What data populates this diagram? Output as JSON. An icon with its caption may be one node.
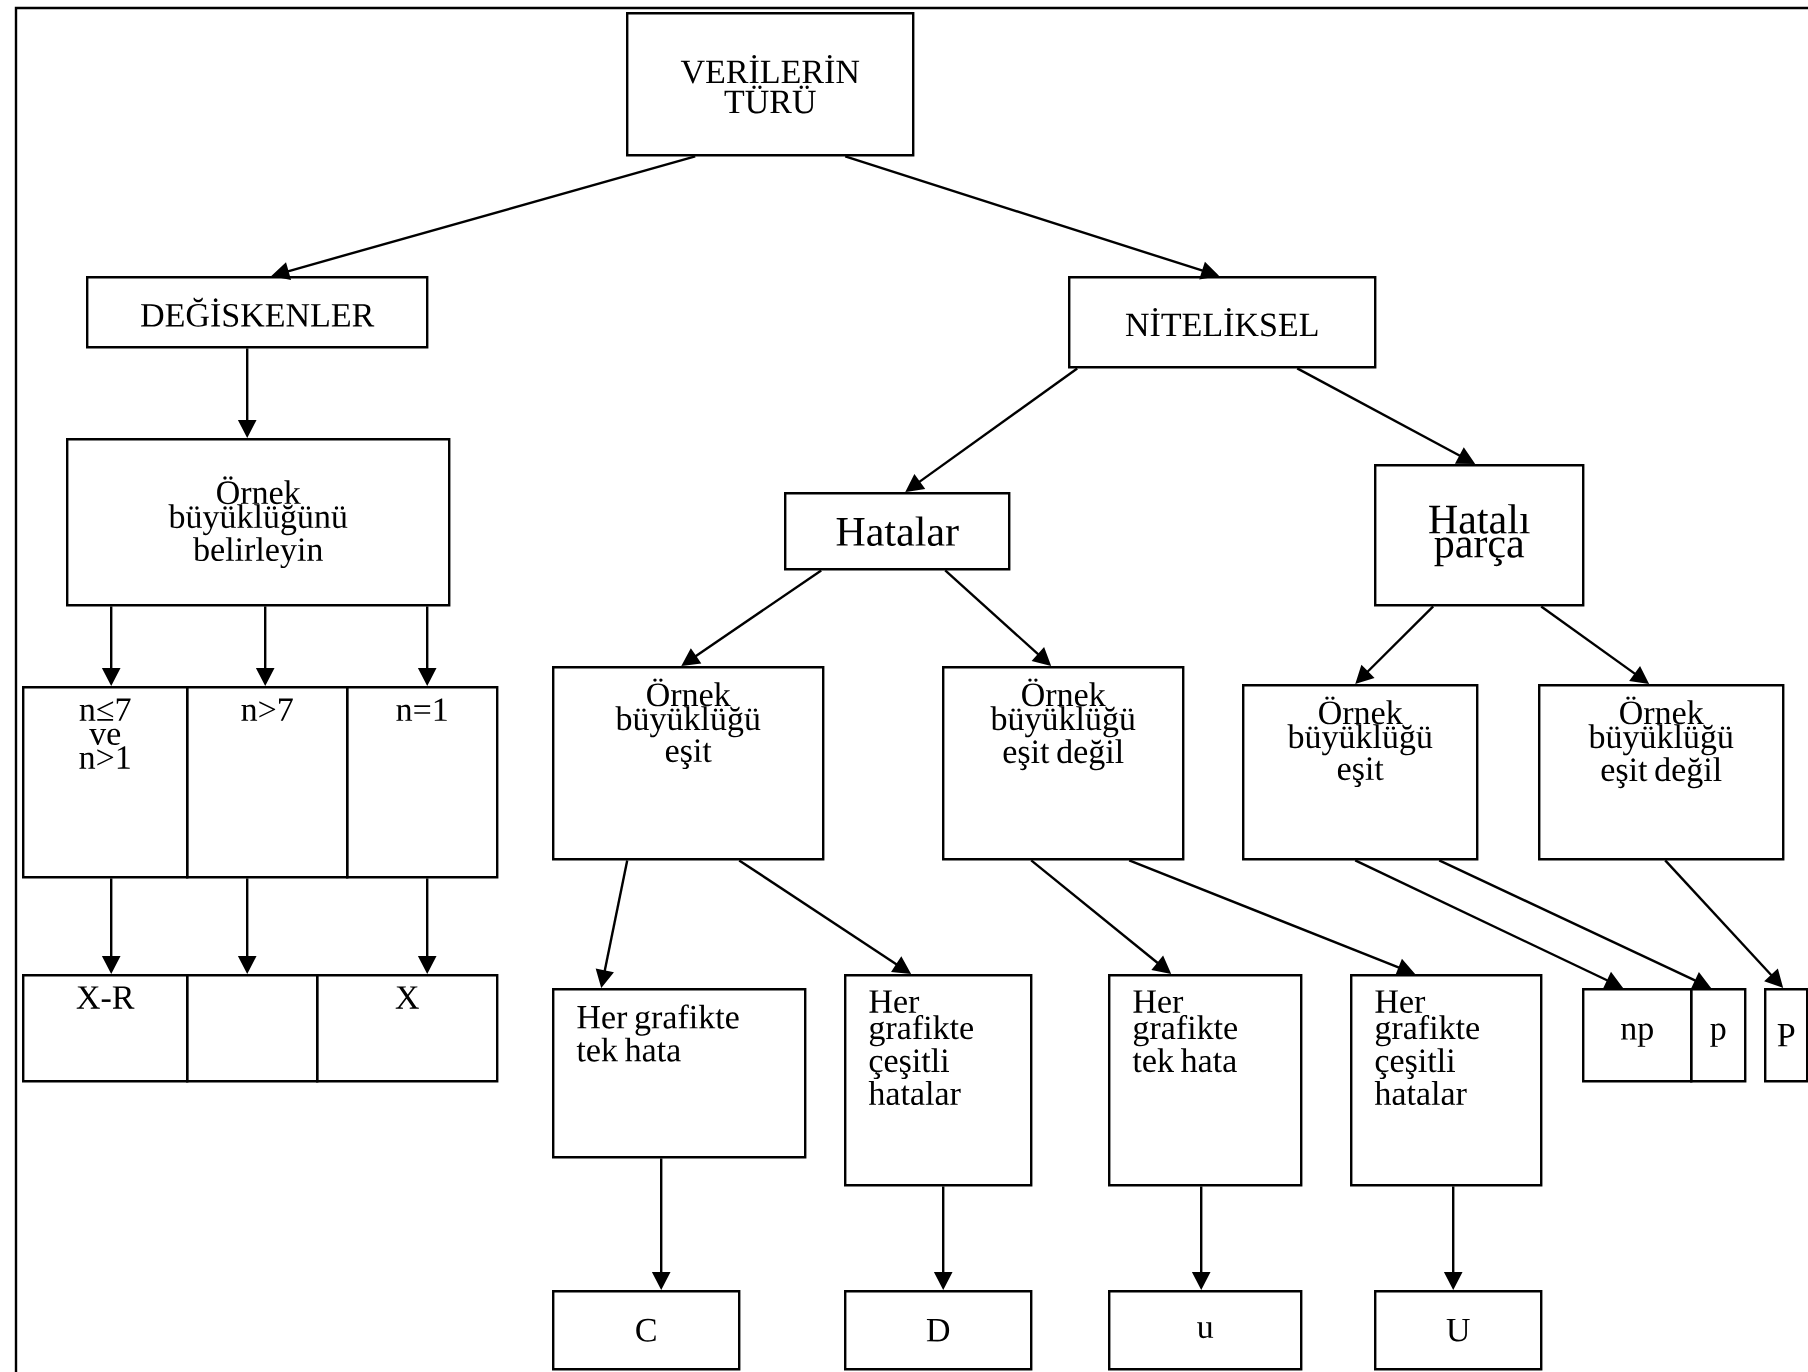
{
  "diagram": {
    "nodes": [
      {
        "text": [
          "VERİLERİN TÜRÜ"
        ]
      },
      {
        "text": [
          "DEĞİSKENLER"
        ]
      },
      {
        "text": [
          "NİTELİKSEL"
        ]
      },
      {
        "text": [
          "Örnek büyüklüğünü belirleyin"
        ]
      },
      {
        "text": [
          "n≤7 ve n>1"
        ]
      },
      {
        "text": [
          "n>7"
        ]
      },
      {
        "text": [
          "n=1"
        ]
      },
      {
        "text": [
          "X-R"
        ]
      },
      {
        "text": [],
        "shape": "box"
      },
      {
        "text": [
          "X"
        ]
      },
      {
        "text": [
          "Hatalar"
        ]
      },
      {
        "text": [
          "Hatalı parça"
        ]
      },
      {
        "text": [
          "Örnek büyüklüğü eşit"
        ]
      },
      {
        "text": [
          "Örnek büyüklüğü eşit değil"
        ]
      },
      {
        "text": [
          "Örnek büyüklüğü eşit"
        ]
      },
      {
        "text": [
          "Örnek büyüklüğü eşit değil"
        ]
      },
      {
        "text": [
          "Her grafikte tek hata"
        ]
      },
      {
        "text": [
          "Her grafikte çeşitli hatalar"
        ]
      },
      {
        "text": [
          "Her grafikte tek hata"
        ]
      },
      {
        "text": [
          "Her grafikte çeşitli hatalar"
        ]
      },
      {
        "text": [
          "np"
        ]
      },
      {
        "text": [
          "p"
        ]
      },
      {
        "text": [
          "P"
        ]
      },
      {
        "text": [
          "C"
        ]
      },
      {
        "text": [
          "D"
        ]
      },
      {
        "text": [
          "u"
        ]
      },
      {
        "text": [
          "U"
        ]
      }
    ],
    "edges": [
      {
        "from": 0,
        "to": 1,
        "arrow": "to"
      },
      {
        "from": 0,
        "to": 2,
        "arrow": "to"
      },
      {
        "from": 1,
        "to": 3,
        "arrow": "to"
      },
      {
        "from": 3,
        "to": 4,
        "arrow": "to"
      },
      {
        "from": 3,
        "to": 5,
        "arrow": "to"
      },
      {
        "from": 3,
        "to": 6,
        "arrow": "to"
      },
      {
        "from": 4,
        "to": 7,
        "arrow": "to"
      },
      {
        "from": 5,
        "to": 8,
        "arrow": "to"
      },
      {
        "from": 6,
        "to": 9,
        "arrow": "to"
      },
      {
        "from": 2,
        "to": 10,
        "arrow": "to"
      },
      {
        "from": 2,
        "to": 11,
        "arrow": "to"
      },
      {
        "from": 10,
        "to": 12,
        "arrow": "to"
      },
      {
        "from": 10,
        "to": 13,
        "arrow": "to"
      },
      {
        "from": 11,
        "to": 14,
        "arrow": "to"
      },
      {
        "from": 11,
        "to": 15,
        "arrow": "to"
      },
      {
        "from": 12,
        "to": 16,
        "arrow": "to"
      },
      {
        "from": 12,
        "to": 17,
        "arrow": "to"
      },
      {
        "from": 13,
        "to": 18,
        "arrow": "to"
      },
      {
        "from": 13,
        "to": 19,
        "arrow": "to"
      },
      {
        "from": 14,
        "to": 20,
        "arrow": "to"
      },
      {
        "from": 14,
        "to": 21,
        "arrow": "to"
      },
      {
        "from": 15,
        "to": 22,
        "arrow": "to"
      },
      {
        "from": 16,
        "to": 23,
        "arrow": "to"
      },
      {
        "from": 17,
        "to": 24,
        "arrow": "to"
      },
      {
        "from": 18,
        "to": 25,
        "arrow": "to"
      },
      {
        "from": 19,
        "to": 26,
        "arrow": "to"
      }
    ]
  }
}
